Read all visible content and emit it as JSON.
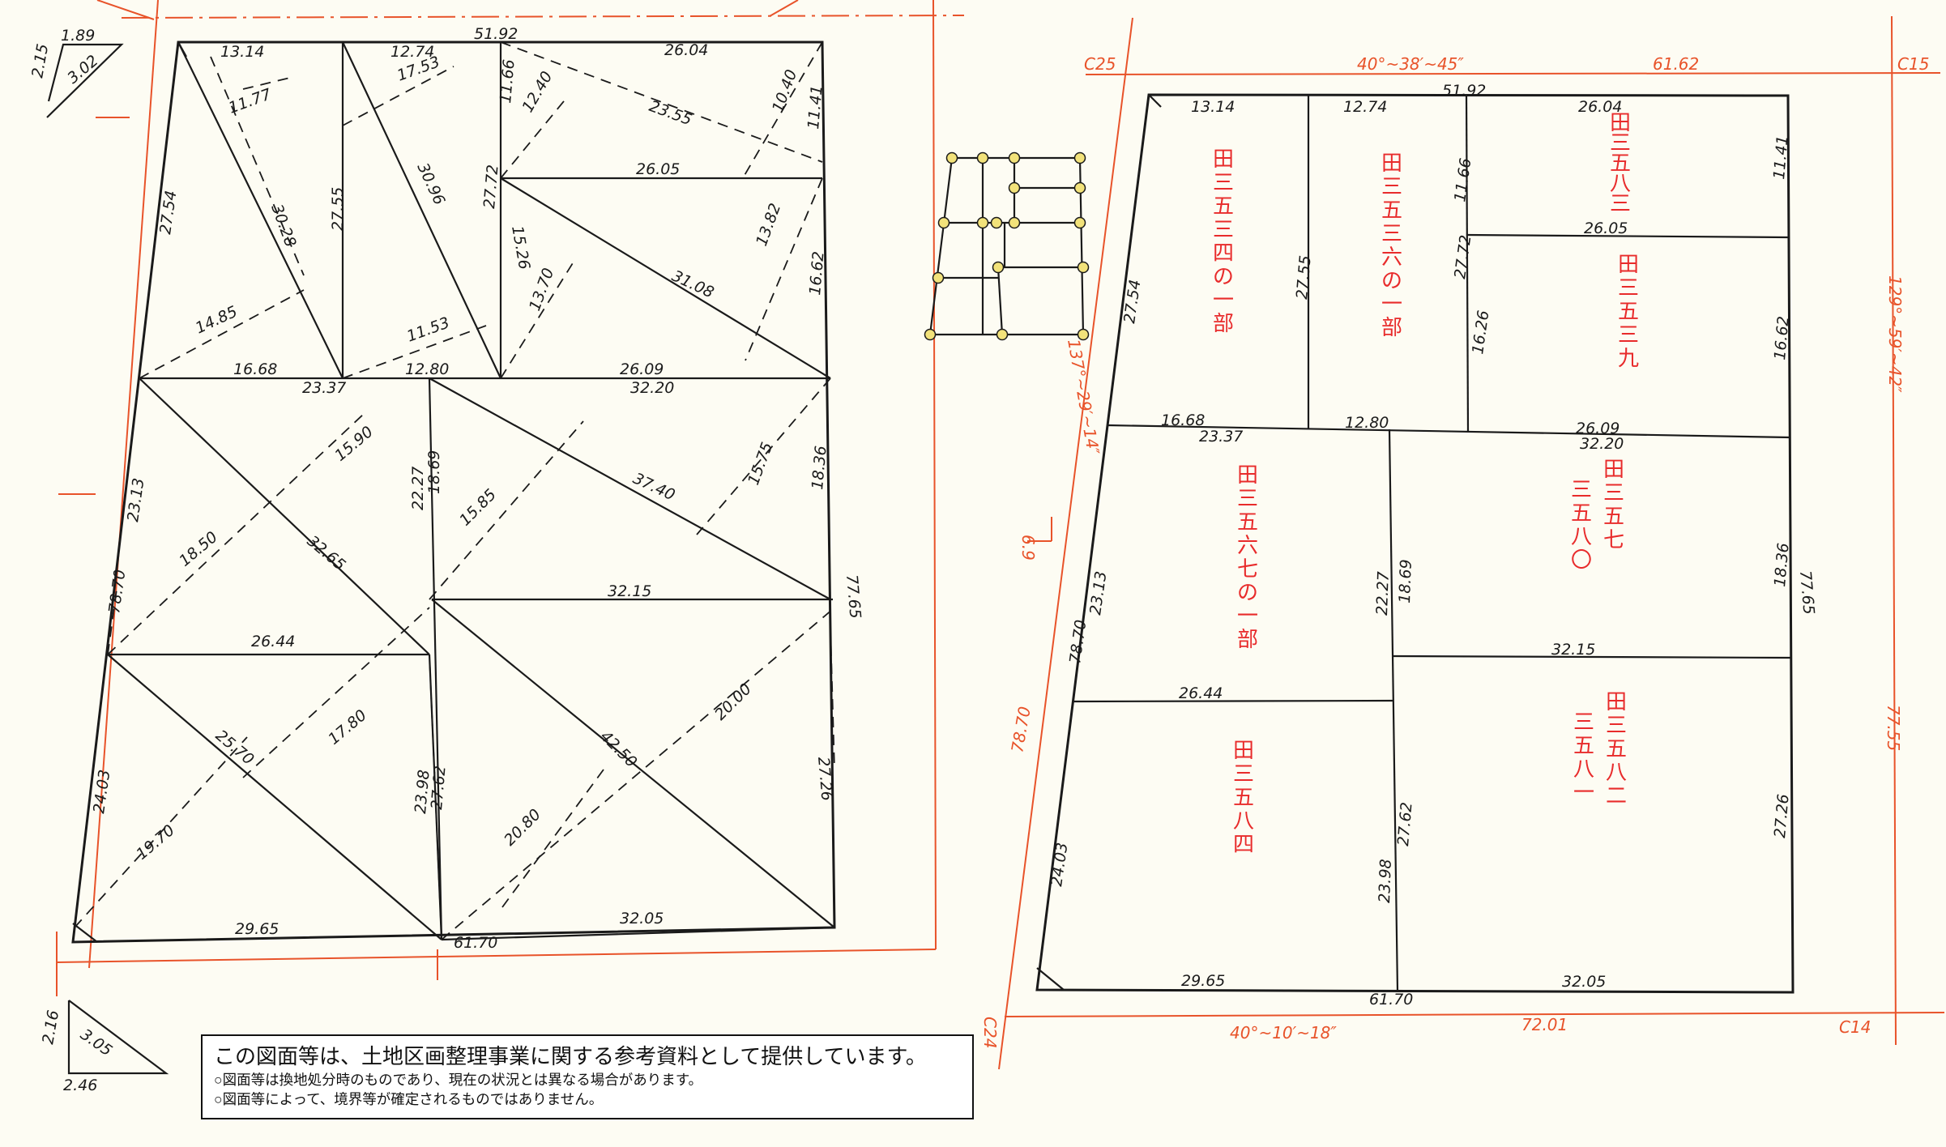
{
  "left_plan": {
    "measurements": [
      "1.89",
      "2.15",
      "3.02",
      "13.14",
      "11.77",
      "12.74",
      "51.92",
      "17.53",
      "11.66",
      "12.40",
      "26.04",
      "10.40",
      "11.41",
      "23.55",
      "27.54",
      "30.28",
      "27.55",
      "30.96",
      "27.72",
      "26.05",
      "15.26",
      "13.70",
      "31.08",
      "13.82",
      "16.62",
      "14.85",
      "11.53",
      "16.68",
      "23.37",
      "12.80",
      "26.09",
      "32.20",
      "23.13",
      "15.90",
      "22.27",
      "18.69",
      "15.85",
      "37.40",
      "15.75",
      "18.36",
      "18.50",
      "32.65",
      "26.44",
      "32.15",
      "78.70",
      "77.65",
      "17.80",
      "20.00",
      "25.70",
      "23.98",
      "27.62",
      "42.50",
      "27.26",
      "24.03",
      "19.70",
      "20.80",
      "29.65",
      "32.05",
      "61.70",
      "2.16",
      "3.05",
      "2.46"
    ]
  },
  "right_plan": {
    "measurements": [
      "13.14",
      "12.74",
      "51.92",
      "26.04",
      "11.66",
      "11.41",
      "27.54",
      "27.55",
      "27.72",
      "26.05",
      "16.26",
      "16.62",
      "16.68",
      "23.37",
      "12.80",
      "26.09",
      "32.20",
      "22.27",
      "18.69",
      "18.36",
      "77.65",
      "23.13",
      "78.70",
      "32.15",
      "26.44",
      "24.03",
      "27.62",
      "23.98",
      "27.26",
      "29.65",
      "32.05",
      "61.70"
    ],
    "boundary": {
      "top_bearing": "40°~38′~45″",
      "top_length": "61.62",
      "right_bearing": "129°~59′~42″",
      "right_length": "77.55",
      "bottom_bearing": "40°~10′~18″",
      "bottom_length": "72.01",
      "left_bearing": "137°~29′~14″",
      "left_length": "78.70",
      "left_tick": "6.9",
      "corners": [
        "C25",
        "C15",
        "C24",
        "C14"
      ]
    },
    "parcels": [
      {
        "text": "田三五三四の一部"
      },
      {
        "text": "田三五三六の一部"
      },
      {
        "text": "田三五八三"
      },
      {
        "text": "田三五三九"
      },
      {
        "text": "田三五六七の一部"
      },
      {
        "text": "田三五七"
      },
      {
        "text": "三五八〇"
      },
      {
        "text": "田三五八四"
      },
      {
        "text": "田三五八二"
      },
      {
        "text": "三五八一"
      }
    ]
  },
  "notice": {
    "line1": "この図面等は、土地区画整理事業に関する参考資料として提供しています。",
    "line2": "○図面等は換地処分時のものであり、現在の状況とは異なる場合があります。",
    "line3": "○図面等によって、境界等が確定されるものではありません。"
  },
  "colors": {
    "paper": "#fdfcf3",
    "ink": "#1a1a1a",
    "boundary_red": "#e8532a",
    "label_red": "#e82b2b",
    "node_fill": "#f2e27a"
  }
}
